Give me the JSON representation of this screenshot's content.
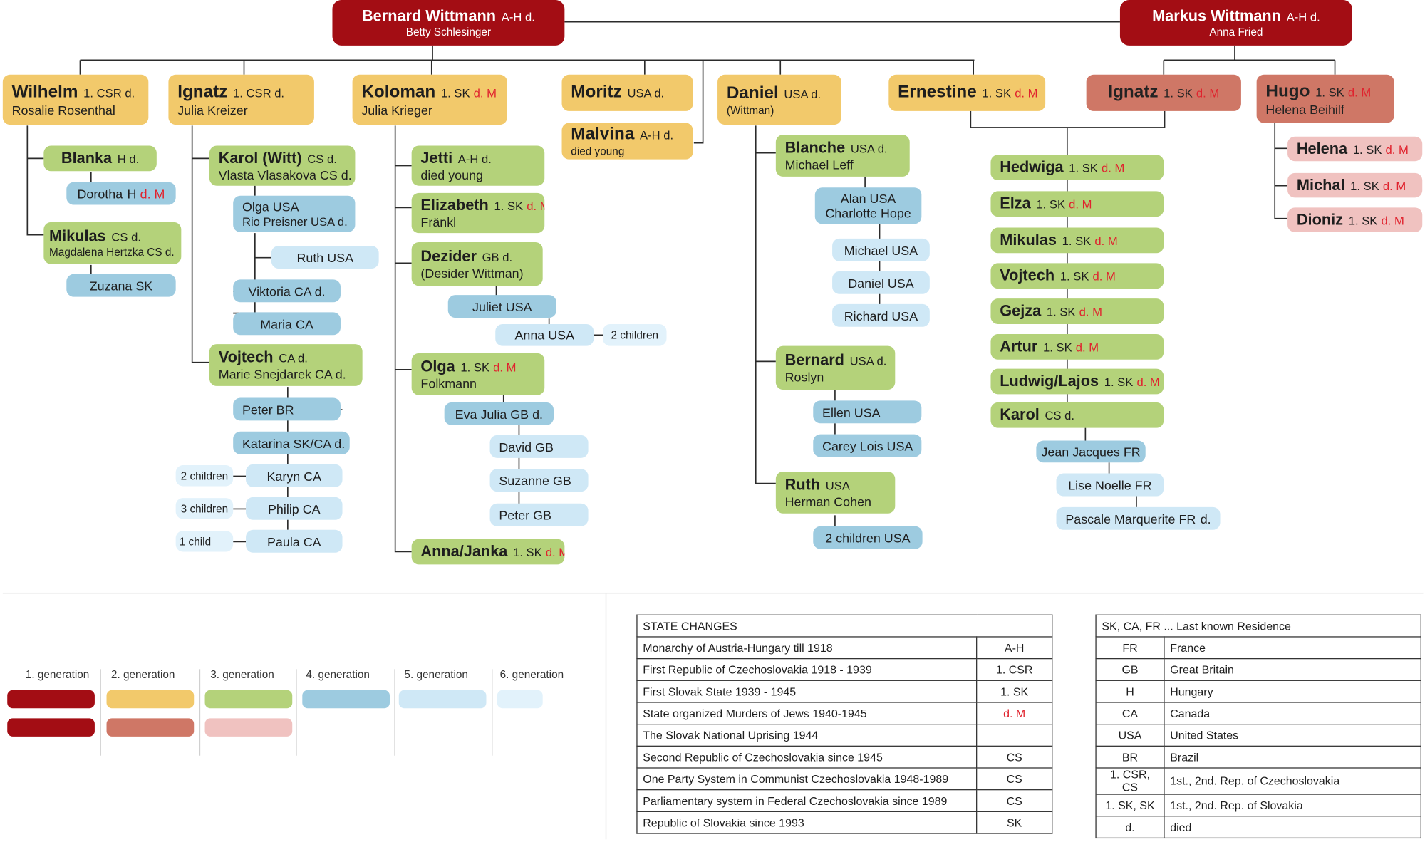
{
  "tree": {
    "roots": {
      "bernard": {
        "name": "Bernard Wittmann",
        "info": "A-H d.",
        "spouse": "Betty Schlesinger"
      },
      "markus": {
        "name": "Markus Wittmann",
        "info": "A-H d.",
        "spouse": "Anna Fried"
      }
    },
    "bernard_children": {
      "wilhelm": {
        "name": "Wilhelm",
        "info": "1. CSR d.",
        "spouse": "Rosalie Rosenthal"
      },
      "ignatz": {
        "name": "Ignatz",
        "info": "1. CSR d.",
        "spouse": "Julia Kreizer"
      },
      "koloman": {
        "name": "Koloman",
        "info": "1. SK",
        "dm": "d. M",
        "spouse": "Julia Krieger"
      },
      "moritz": {
        "name": "Moritz",
        "info": "USA d."
      },
      "malvina": {
        "name": "Malvina",
        "info": "A-H d.",
        "spouse": "died young"
      },
      "daniel": {
        "name": "Daniel",
        "info": "USA d.",
        "spouse": "(Wittman)"
      },
      "ernestine": {
        "name": "Ernestine",
        "info": "1. SK",
        "dm": "d. M"
      }
    },
    "markus_children": {
      "ignatz": {
        "name": "Ignatz",
        "info": "1. SK",
        "dm": "d. M"
      },
      "hugo": {
        "name": "Hugo",
        "info": "1. SK",
        "dm": "d. M",
        "spouse": "Helena Beihilf"
      }
    },
    "wilhelm_line": {
      "blanka": {
        "name": "Blanka",
        "info": "H d."
      },
      "dorotha": {
        "name": "Dorotha",
        "info": "H",
        "dm": "d. M"
      },
      "mikulas": {
        "name": "Mikulas",
        "info": "CS d.",
        "spouse": "Magdalena Hertzka CS d."
      },
      "zuzana": {
        "name": "Zuzana  SK"
      }
    },
    "ignatz_line": {
      "karol": {
        "name": "Karol (Witt)",
        "info": "CS d.",
        "spouse": "Vlasta Vlasakova CS d."
      },
      "olga": {
        "name": "Olga  USA",
        "spouse": "Rio Preisner USA d."
      },
      "ruth": {
        "name": "Ruth  USA"
      },
      "viktoria": {
        "name": "Viktoria  CA d."
      },
      "maria": {
        "name": "Maria  CA"
      },
      "vojtech": {
        "name": "Vojtech",
        "info": "CA d.",
        "spouse": "Marie Snejdarek  CA d."
      },
      "peter": {
        "name": "Peter  BR"
      },
      "katarina": {
        "name": "Katarina  SK/CA d."
      },
      "karyn": {
        "name": "Karyn  CA"
      },
      "philip": {
        "name": "Philip  CA"
      },
      "paula": {
        "name": "Paula  CA"
      },
      "karyn_kids": "2 children",
      "philip_kids": "3 children",
      "paula_kids": "1 child"
    },
    "koloman_line": {
      "jetti": {
        "name": "Jetti",
        "info": "A-H d.",
        "spouse": "died young"
      },
      "elizabeth": {
        "name": "Elizabeth",
        "info": "1. SK",
        "dm": "d. M",
        "spouse": "Fränkl"
      },
      "dezider": {
        "name": "Dezider",
        "info": "GB d.",
        "spouse": "(Desider Wittman)"
      },
      "juliet": {
        "name": "Juliet  USA"
      },
      "anna": {
        "name": "Anna   USA"
      },
      "anna_kids": "2 children",
      "olga": {
        "name": "Olga",
        "info": "1. SK",
        "dm": "d. M",
        "spouse": "Folkmann"
      },
      "eva": {
        "name": "Eva Julia  GB d."
      },
      "david": {
        "name": "David  GB"
      },
      "suzanne": {
        "name": "Suzanne  GB"
      },
      "peter": {
        "name": "Peter  GB"
      },
      "annajanka": {
        "name": "Anna/Janka",
        "info": "1. SK",
        "dm": "d. M"
      }
    },
    "daniel_line": {
      "blanche": {
        "name": "Blanche",
        "info": "USA d.",
        "spouse": "Michael Leff"
      },
      "alan": {
        "name": "Alan  USA",
        "spouse": "Charlotte Hope"
      },
      "michael": {
        "name": "Michael   USA"
      },
      "daniel": {
        "name": "Daniel   USA"
      },
      "richard": {
        "name": "Richard   USA"
      },
      "bernard": {
        "name": "Bernard",
        "info": "USA d.",
        "spouse": "Roslyn"
      },
      "ellen": {
        "name": "Ellen  USA"
      },
      "carey": {
        "name": "Carey Lois  USA"
      },
      "ruth": {
        "name": "Ruth",
        "info": "USA",
        "spouse": "Herman Cohen"
      },
      "ruth_kids": {
        "name": "2 children  USA"
      }
    },
    "ernestine_ignatz_line": {
      "hedwiga": {
        "name": "Hedwiga",
        "info": "1. SK",
        "dm": "d. M"
      },
      "elza": {
        "name": "Elza",
        "info": "1. SK",
        "dm": "d. M"
      },
      "mikulas": {
        "name": "Mikulas",
        "info": "1. SK",
        "dm": "d. M"
      },
      "vojtech": {
        "name": "Vojtech",
        "info": "1. SK",
        "dm": "d. M"
      },
      "gejza": {
        "name": "Gejza",
        "info": "1. SK",
        "dm": "d. M"
      },
      "artur": {
        "name": "Artur",
        "info": "1. SK",
        "dm": "d. M"
      },
      "ludwig": {
        "name": "Ludwig/Lajos",
        "info": "1. SK",
        "dm": "d. M"
      },
      "karol": {
        "name": "Karol",
        "info": "CS d."
      },
      "jean": {
        "name": "Jean Jacques  FR"
      },
      "lise": {
        "name": "Lise Noelle   FR"
      },
      "pascale": {
        "name": "Pascale Marquerite  FR",
        "info": "d."
      }
    },
    "hugo_line": {
      "helena": {
        "name": "Helena",
        "info": "1. SK",
        "dm": "d. M"
      },
      "michal": {
        "name": "Michal",
        "info": "1. SK",
        "dm": "d. M"
      },
      "dioniz": {
        "name": "Dioniz",
        "info": "1. SK",
        "dm": "d. M"
      }
    }
  },
  "legend": {
    "generations": [
      "1. generation",
      "2. generation",
      "3. generation",
      "4. generation",
      "5. generation",
      "6. generation"
    ],
    "colors": {
      "g1": "#a30d14",
      "g2": "#f2c96b",
      "g2b": "#cf7766",
      "g3": "#b4d27a",
      "g3b": "#f0c2c0",
      "g4": "#9dcbe0",
      "g5": "#cfe8f6",
      "g6": "#e2f2fb"
    }
  },
  "state_changes": {
    "header": "STATE  CHANGES",
    "rows": [
      [
        "Monarchy of Austria-Hungary till 1918",
        "A-H"
      ],
      [
        "First Republic of Czechoslovakia 1918 - 1939",
        "1. CSR"
      ],
      [
        "First Slovak State 1939 - 1945",
        "1. SK"
      ],
      [
        "State organized Murders of Jews 1940-1945",
        "d. M"
      ],
      [
        "The Slovak National Uprising 1944",
        ""
      ],
      [
        "Second Republic of Czechoslovakia since 1945",
        "CS"
      ],
      [
        "One Party System in Communist Czechoslovakia 1948-1989",
        "CS"
      ],
      [
        "Parliamentary system in Federal Czechoslovakia since 1989",
        "CS"
      ],
      [
        "Republic of Slovakia since 1993",
        "SK"
      ]
    ]
  },
  "residence": {
    "header": "SK, CA, FR ... Last known Residence",
    "rows": [
      [
        "FR",
        "France"
      ],
      [
        "GB",
        "Great Britain"
      ],
      [
        "H",
        "Hungary"
      ],
      [
        "CA",
        "Canada"
      ],
      [
        "USA",
        "United States"
      ],
      [
        "BR",
        "Brazil"
      ],
      [
        "1. CSR, CS",
        "1st., 2nd. Rep. of Czechoslovakia"
      ],
      [
        "1. SK, SK",
        "1st., 2nd. Rep. of Slovakia"
      ],
      [
        "d.",
        "died"
      ]
    ]
  }
}
